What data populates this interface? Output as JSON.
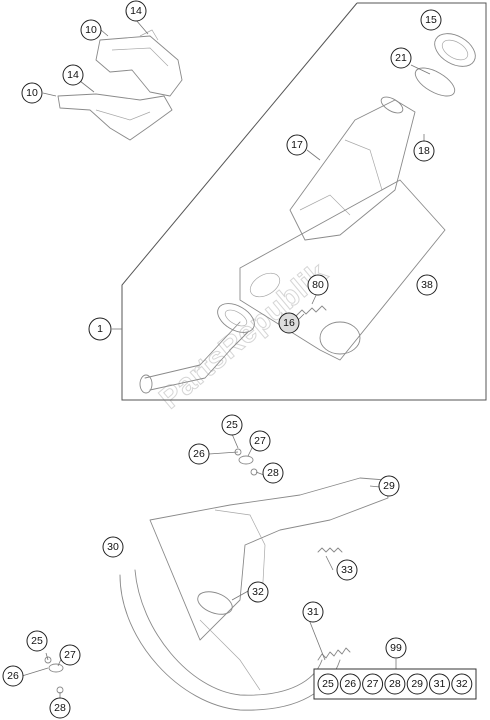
{
  "diagram": {
    "watermark": "PartsRepublik",
    "callouts": {
      "c1": "1",
      "c10a": "10",
      "c14a": "14",
      "c10b": "10",
      "c14b": "14",
      "c15": "15",
      "c21": "21",
      "c17": "17",
      "c18": "18",
      "c80": "80",
      "c16": "16",
      "c38": "38",
      "c25a": "25",
      "c26a": "26",
      "c27a": "27",
      "c28a": "28",
      "c29": "29",
      "c30": "30",
      "c33": "33",
      "c32": "32",
      "c31": "31",
      "c25b": "25",
      "c26b": "26",
      "c27b": "27",
      "c28b": "28",
      "c99": "99"
    },
    "kit_99_items": [
      "25",
      "26",
      "27",
      "28",
      "29",
      "31",
      "32"
    ]
  }
}
